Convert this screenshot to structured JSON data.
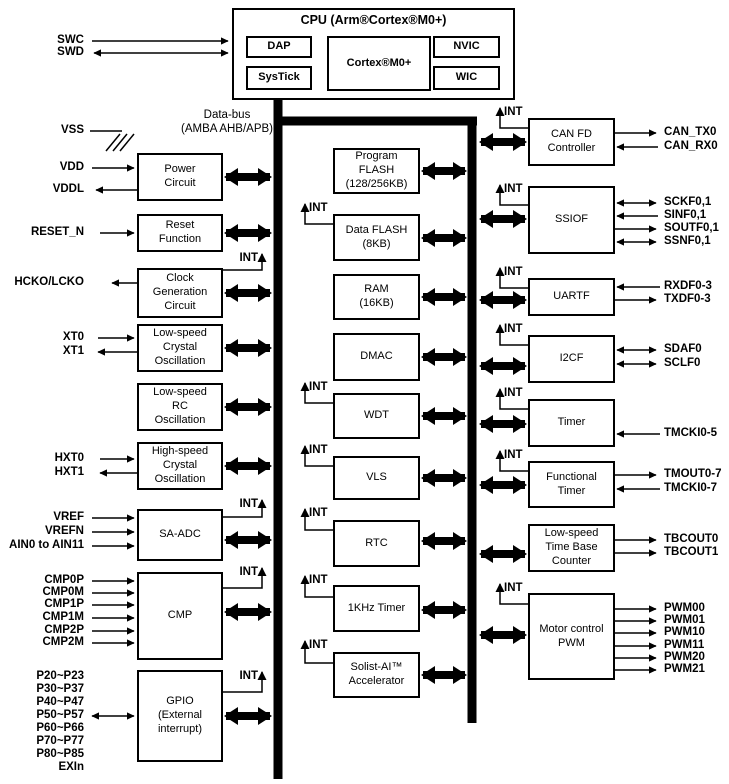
{
  "cpu": {
    "title": "CPU (Arm®Cortex®M0+)",
    "blocks": {
      "dap": "DAP",
      "systick": "SysTick",
      "core": "Cortex®M0+",
      "nvic": "NVIC",
      "wic": "WIC"
    }
  },
  "bus": {
    "caption_line1": "Data-bus",
    "caption_line2": "(AMBA AHB/APB)"
  },
  "int_label": "INT",
  "left_blocks": [
    {
      "label": "Power\nCircuit"
    },
    {
      "label": "Reset\nFunction"
    },
    {
      "label": "Clock\nGeneration\nCircuit"
    },
    {
      "label": "Low-speed\nCrystal\nOscillation"
    },
    {
      "label": "Low-speed\nRC\nOscillation"
    },
    {
      "label": "High-speed\nCrystal\nOscillation"
    },
    {
      "label": "SA-ADC"
    },
    {
      "label": "CMP"
    },
    {
      "label": "GPIO\n(External interrupt)"
    }
  ],
  "middle_blocks": [
    {
      "label": "Program\nFLASH\n(128/256KB)"
    },
    {
      "label": "Data FLASH\n(8KB)"
    },
    {
      "label": "RAM\n(16KB)"
    },
    {
      "label": "DMAC"
    },
    {
      "label": "WDT"
    },
    {
      "label": "VLS"
    },
    {
      "label": "RTC"
    },
    {
      "label": "1KHz Timer"
    },
    {
      "label": "Solist-AI™\nAccelerator"
    }
  ],
  "right_blocks": [
    {
      "label": "CAN FD\nController"
    },
    {
      "label": "SSIOF"
    },
    {
      "label": "UARTF"
    },
    {
      "label": "I2CF"
    },
    {
      "label": "Timer"
    },
    {
      "label": "Functional\nTimer"
    },
    {
      "label": "Low-speed\nTime Base\nCounter"
    },
    {
      "label": "Motor control\nPWM"
    }
  ],
  "left_signals": {
    "swc": "SWC",
    "swd": "SWD",
    "vss": "VSS",
    "vdd": "VDD",
    "vddl": "VDDL",
    "reset_n": "RESET_N",
    "hcko_lcko": "HCKO/LCKO",
    "xt0": "XT0",
    "xt1": "XT1",
    "hxt0": "HXT0",
    "hxt1": "HXT1",
    "vref": "VREF",
    "vrefn": "VREFN",
    "ain": "AIN0 to AIN11",
    "cmp0p": "CMP0P",
    "cmp0m": "CMP0M",
    "cmp1p": "CMP1P",
    "cmp1m": "CMP1M",
    "cmp2p": "CMP2P",
    "cmp2m": "CMP2M",
    "p2": "P20~P23",
    "p3": "P30~P37",
    "p4": "P40~P47",
    "p5": "P50~P57",
    "p6": "P60~P66",
    "p7": "P70~P77",
    "p8": "P80~P85",
    "exin": "EXIn"
  },
  "right_signals": {
    "can_tx0": "CAN_TX0",
    "can_rx0": "CAN_RX0",
    "sckf": "SCKF0,1",
    "sinf": "SINF0,1",
    "soutf": "SOUTF0,1",
    "ssnf": "SSNF0,1",
    "rxdf": "RXDF0-3",
    "txdf": "TXDF0-3",
    "sdaf0": "SDAF0",
    "sclf0": "SCLF0",
    "tmcki05": "TMCKI0-5",
    "tmout07": "TMOUT0-7",
    "tmcki07": "TMCKI0-7",
    "tbcout0": "TBCOUT0",
    "tbcout1": "TBCOUT1",
    "pwm00": "PWM00",
    "pwm01": "PWM01",
    "pwm10": "PWM10",
    "pwm11": "PWM11",
    "pwm20": "PWM20",
    "pwm21": "PWM21"
  },
  "colors": {
    "line": "#000000",
    "background": "#ffffff"
  }
}
